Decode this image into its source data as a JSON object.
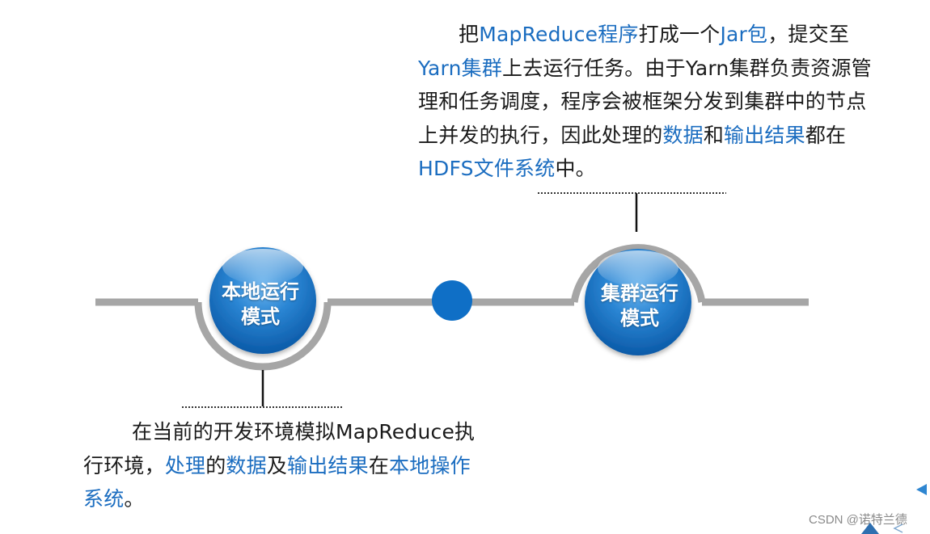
{
  "top_text": {
    "segments": [
      {
        "text": "把",
        "highlight": false
      },
      {
        "text": "MapReduce程序",
        "highlight": true
      },
      {
        "text": "打成一个",
        "highlight": false
      },
      {
        "text": "Jar包",
        "highlight": true
      },
      {
        "text": "，提交至",
        "highlight": false
      },
      {
        "text": "Yarn集群",
        "highlight": true
      },
      {
        "text": "上去运行任务。由于Yarn集群负责资源管理和任务调度，程序会被框架分发到集群中的节点上并发的执行，因此处理的",
        "highlight": false
      },
      {
        "text": "数据",
        "highlight": true
      },
      {
        "text": "和",
        "highlight": false
      },
      {
        "text": "输出结果",
        "highlight": true
      },
      {
        "text": "都在",
        "highlight": false
      },
      {
        "text": "HDFS文件系统",
        "highlight": true
      },
      {
        "text": "中。",
        "highlight": false
      }
    ]
  },
  "bottom_text": {
    "segments": [
      {
        "text": "在当前的开发环境模拟MapReduce执行环境，",
        "highlight": false
      },
      {
        "text": "处理",
        "highlight": true
      },
      {
        "text": "的",
        "highlight": false
      },
      {
        "text": "数据",
        "highlight": true
      },
      {
        "text": "及",
        "highlight": false
      },
      {
        "text": "输出结果",
        "highlight": true
      },
      {
        "text": "在",
        "highlight": false
      },
      {
        "text": "本地操作系统",
        "highlight": true
      },
      {
        "text": "。",
        "highlight": false
      }
    ]
  },
  "nodes": {
    "local": {
      "line1": "本地运行",
      "line2": "模式"
    },
    "cluster": {
      "line1": "集群运行",
      "line2": "模式"
    }
  },
  "watermark": "CSDN @诺特兰德",
  "colors": {
    "highlight": "#1b6dc0",
    "node_blue": "#0f6fc6",
    "track_gray": "#a6a6a6"
  }
}
